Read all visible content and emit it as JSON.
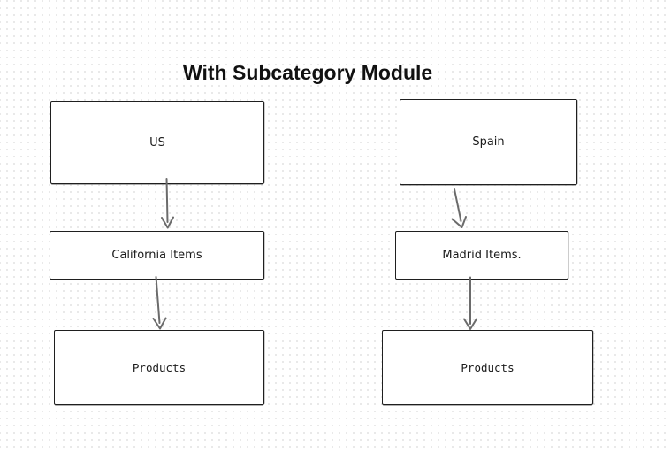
{
  "title": "With Subcategory Module",
  "theme": {
    "canvas_bg": "#ffffff",
    "dot_color": "#e2e2e2",
    "box_border": "#1f1f1f",
    "box_fill": "#ffffff",
    "arrow_color": "#6b6b6b",
    "label_color": "#1a1a1a",
    "title_color": "#111111"
  },
  "diagram": {
    "nodes": [
      {
        "id": "us",
        "label": "US"
      },
      {
        "id": "spain",
        "label": "Spain"
      },
      {
        "id": "california_items",
        "label": "California Items"
      },
      {
        "id": "madrid_items",
        "label": "Madrid Items."
      },
      {
        "id": "products_left",
        "label": "Products"
      },
      {
        "id": "products_right",
        "label": "Products"
      }
    ],
    "edges": [
      {
        "from": "US",
        "to": "California Items"
      },
      {
        "from": "California Items",
        "to": "Products"
      },
      {
        "from": "Spain",
        "to": "Madrid Items."
      },
      {
        "from": "Madrid Items.",
        "to": "Products"
      }
    ]
  }
}
